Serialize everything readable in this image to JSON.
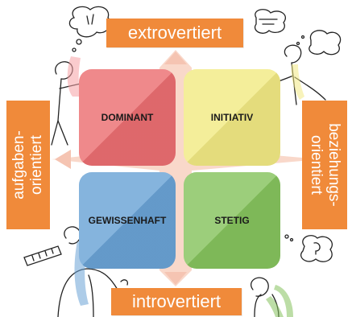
{
  "diagram": {
    "axis_labels": {
      "top": "extrovertiert",
      "bottom": "introvertiert",
      "left_line1": "aufgaben-",
      "left_line2": "orientiert",
      "right_line1": "beziehungs-",
      "right_line2": "orientiert"
    },
    "quadrants": {
      "top_left": "DOMINANT",
      "top_right": "INITIATIV",
      "bottom_left": "GEWISSENHAFT",
      "bottom_right": "STETIG"
    },
    "colors": {
      "label_boxes": "#f08a3a",
      "cross_background": "#f8d4c4",
      "dominant": "#ec6f72",
      "initiativ": "#f2ea84",
      "gewissenhaft": "#6aa3d6",
      "stetig": "#86c35e"
    }
  }
}
